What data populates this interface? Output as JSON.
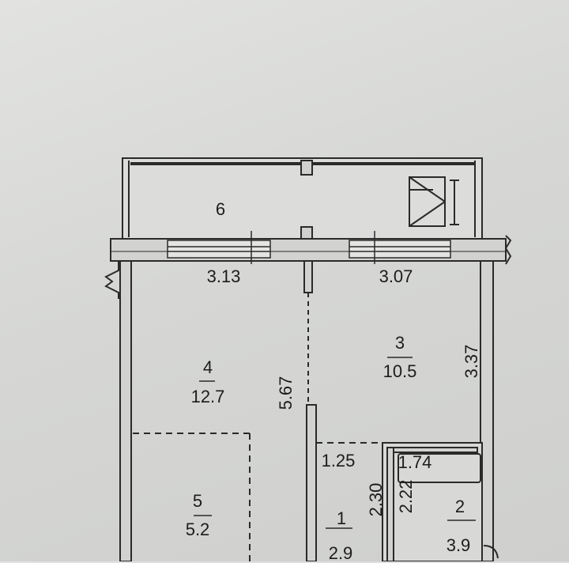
{
  "plan": {
    "rooms": [
      {
        "id": "1",
        "number": "1",
        "area": "2.9"
      },
      {
        "id": "2",
        "number": "2",
        "area": "3.9"
      },
      {
        "id": "3",
        "number": "3",
        "area": "10.5"
      },
      {
        "id": "4",
        "number": "4",
        "area": "12.7"
      },
      {
        "id": "5",
        "number": "5",
        "area": "5.2"
      },
      {
        "id": "6",
        "number": "6",
        "area": ""
      }
    ],
    "dimensions": {
      "window_left": "3.13",
      "window_right": "3.07",
      "wall_right": "3.37",
      "wall_middle": "5.67",
      "hall_width": "1.25",
      "hall_height": "2.30",
      "bath_width": "1.74",
      "bath_height": "2.22"
    },
    "colors": {
      "paper": "#d6d7d5",
      "wall": "#2a2a2a",
      "wall_fill": "#c9cac8"
    },
    "icons": [
      "ventilation-shaft-icon",
      "window-icon",
      "door-opening-icon"
    ]
  }
}
